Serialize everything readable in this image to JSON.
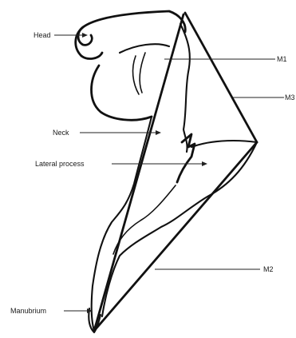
{
  "labels": {
    "head": "Head",
    "neck": "Neck",
    "lateral_process": "Lateral process",
    "manubrium": "Manubrium",
    "m1": "M1",
    "m2": "M2",
    "m3": "M3"
  }
}
